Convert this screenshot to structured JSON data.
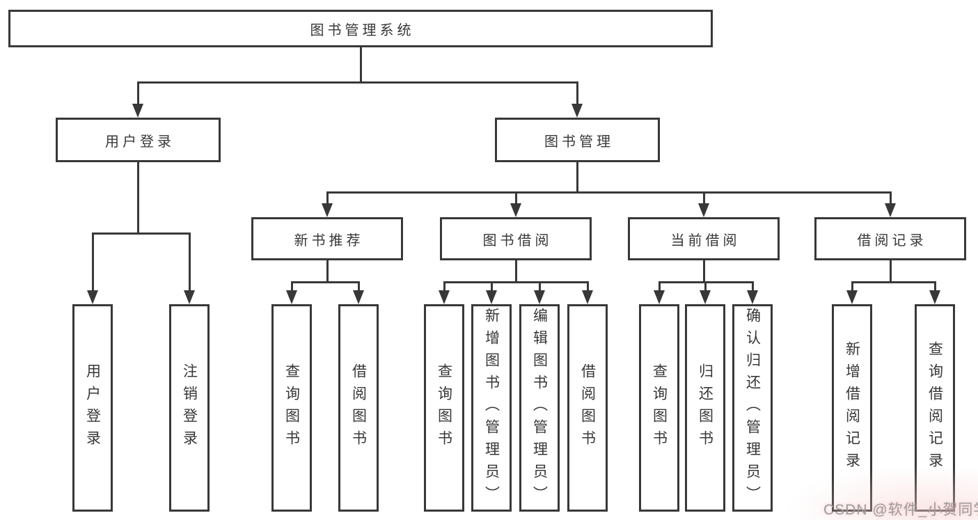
{
  "nodes": {
    "root": {
      "label": "图书管理系统"
    },
    "level1": [
      {
        "label": "用户登录"
      },
      {
        "label": "图书管理"
      }
    ],
    "level2": [
      {
        "label": "新书推荐"
      },
      {
        "label": "图书借阅"
      },
      {
        "label": "当前借阅"
      },
      {
        "label": "借阅记录"
      }
    ],
    "leaves": [
      [
        {
          "label": "用户登录"
        },
        {
          "label": "注销登录"
        }
      ],
      [
        {
          "label": "查询图书"
        },
        {
          "label": "借阅图书"
        }
      ],
      [
        {
          "label": "查询图书"
        },
        {
          "label": "新增图书（管理员）"
        },
        {
          "label": "编辑图书（管理员）"
        },
        {
          "label": "借阅图书"
        }
      ],
      [
        {
          "label": "查询图书"
        },
        {
          "label": "归还图书"
        },
        {
          "label": "确认归还（管理员）"
        }
      ],
      [
        {
          "label": "新增借阅记录"
        },
        {
          "label": "查询借阅记录"
        }
      ]
    ]
  },
  "watermark": {
    "text": "CSDN @软件_小贺同学"
  },
  "colors": {
    "line": "#383838",
    "text": "#373737",
    "watermark": "#9c9c9c",
    "background": "#ffffff"
  }
}
